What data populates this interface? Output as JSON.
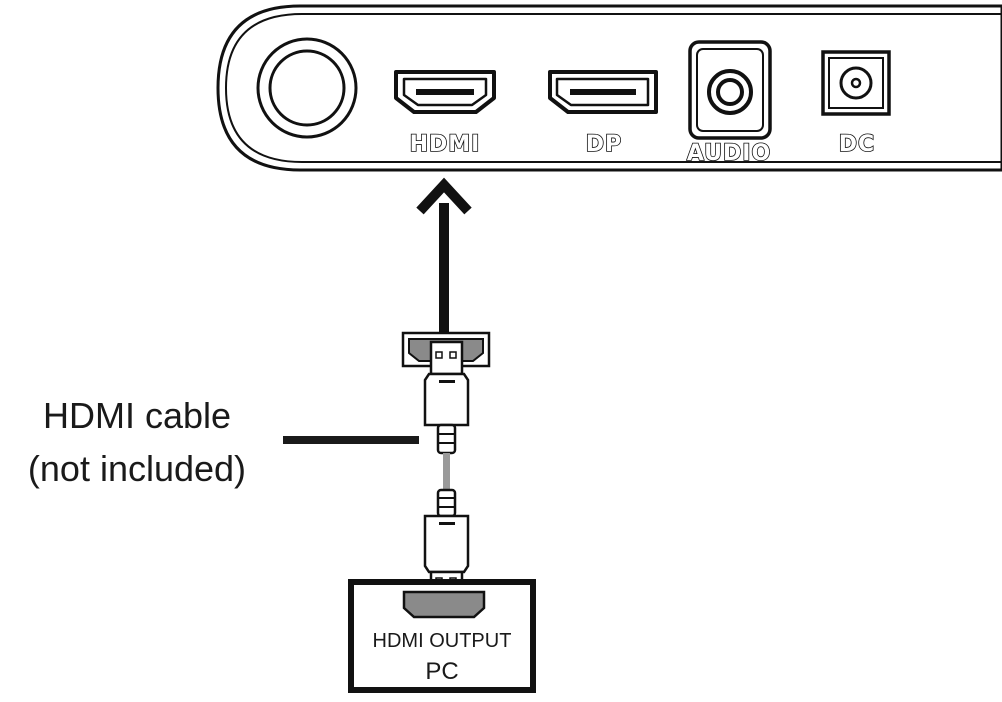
{
  "monitor_panel": {
    "ports": [
      {
        "id": "hdmi",
        "label": "HDMI"
      },
      {
        "id": "dp",
        "label": "DP"
      },
      {
        "id": "audio",
        "label": "AUDIO"
      },
      {
        "id": "dc",
        "label": "DC"
      }
    ]
  },
  "cable": {
    "label_line1": "HDMI cable",
    "label_line2": "(not included)"
  },
  "pc": {
    "port_label": "HDMI OUTPUT",
    "device_label": "PC"
  }
}
